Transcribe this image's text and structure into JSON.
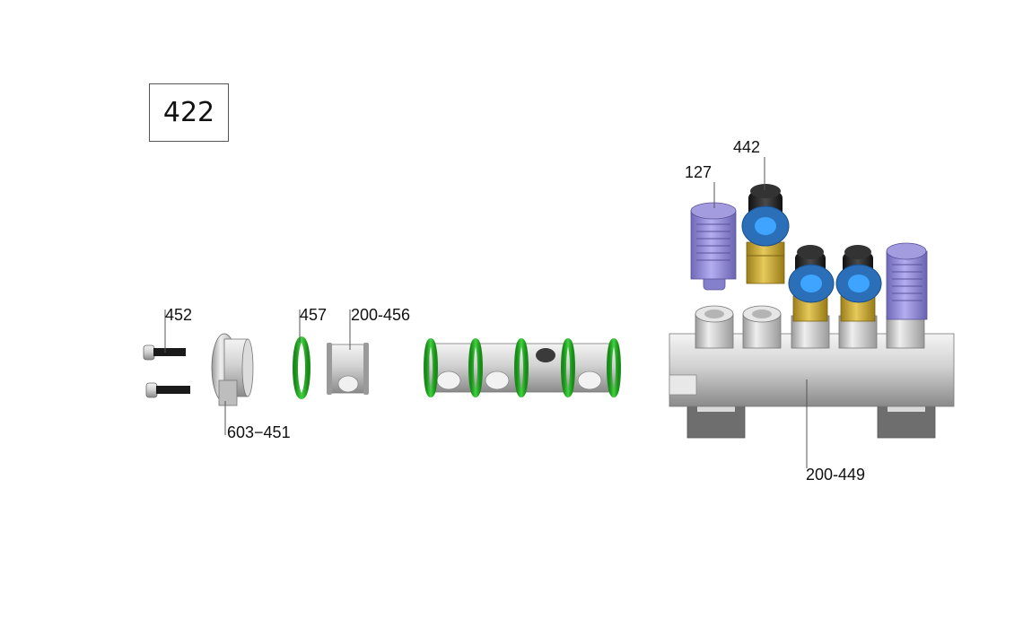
{
  "diagram": {
    "assembly_number": "422",
    "callouts": {
      "screw": "452",
      "end_cap": "603−451",
      "o_ring": "457",
      "spacer": "200-456",
      "silencer": "127",
      "fitting": "442",
      "manifold": "200-449"
    },
    "colors": {
      "o_ring": "#2bb52b",
      "silencer": "#8e88d8",
      "fitting_body": "#c8a832",
      "fitting_collet": "#2a6fb8",
      "metal": "#c4c4c4"
    }
  }
}
